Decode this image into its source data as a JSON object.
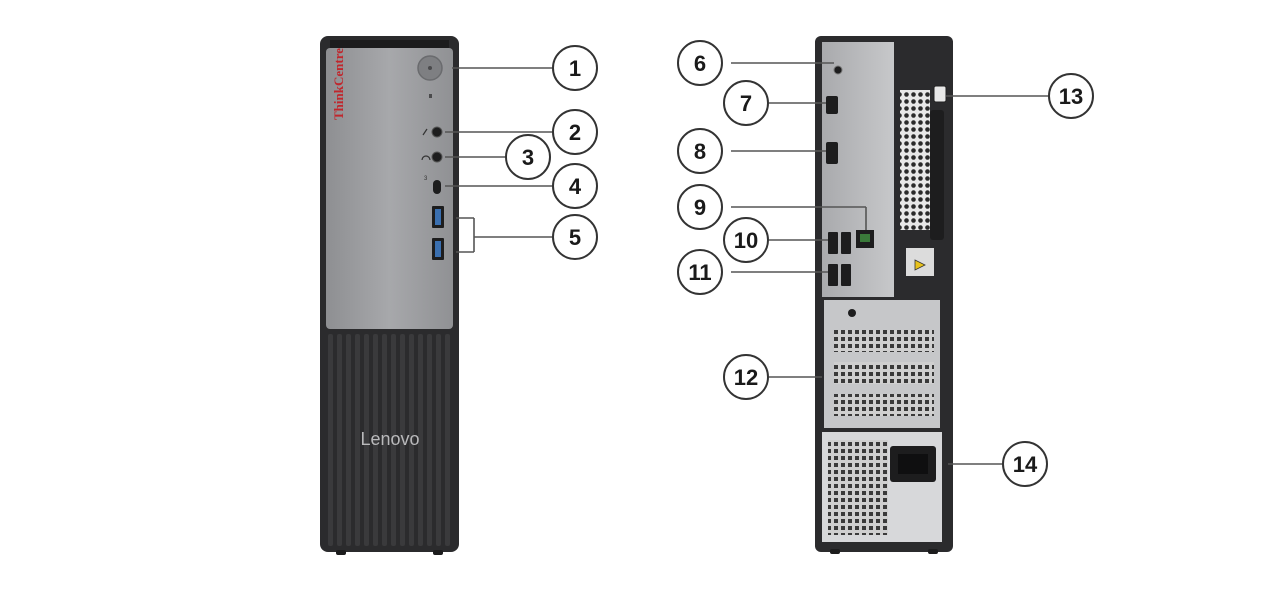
{
  "front": {
    "vertical_brand": "ThinkCentre",
    "logo": "Lenovo"
  },
  "callouts": [
    {
      "id": 1,
      "label": "1",
      "name": "callout-1-power-button"
    },
    {
      "id": 2,
      "label": "2",
      "name": "callout-2-microphone-jack"
    },
    {
      "id": 3,
      "label": "3",
      "name": "callout-3-headphone-jack"
    },
    {
      "id": 4,
      "label": "4",
      "name": "callout-4-usb-c-port"
    },
    {
      "id": 5,
      "label": "5",
      "name": "callout-5-usb-a-ports"
    },
    {
      "id": 6,
      "label": "6",
      "name": "callout-6-audio-jack"
    },
    {
      "id": 7,
      "label": "7",
      "name": "callout-7-hdmi-port"
    },
    {
      "id": 8,
      "label": "8",
      "name": "callout-8-displayport"
    },
    {
      "id": 9,
      "label": "9",
      "name": "callout-9-ethernet-port"
    },
    {
      "id": 10,
      "label": "10",
      "name": "callout-10-usb-ports"
    },
    {
      "id": 11,
      "label": "11",
      "name": "callout-11-usb-ports"
    },
    {
      "id": 12,
      "label": "12",
      "name": "callout-12-expansion-slots"
    },
    {
      "id": 13,
      "label": "13",
      "name": "callout-13-security-lock-slot"
    },
    {
      "id": 14,
      "label": "14",
      "name": "callout-14-power-connector"
    }
  ],
  "colors": {
    "chassis_dark": "#2b2b2d",
    "front_panel": "#9a9b9e",
    "rear_panel": "#b9babc",
    "callout_stroke": "#333333"
  }
}
